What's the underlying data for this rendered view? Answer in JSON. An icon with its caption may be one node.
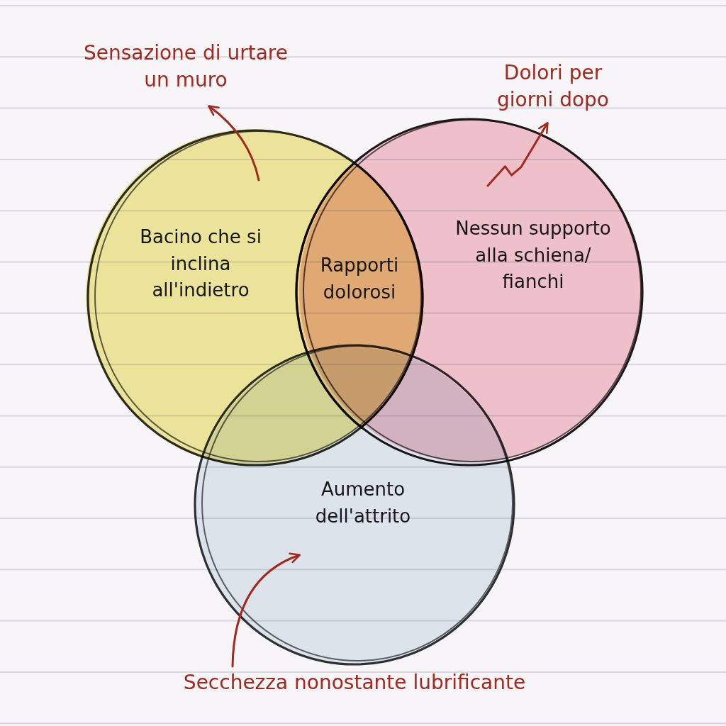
{
  "diagram": {
    "nodes": [
      {
        "text": [
          "Sensazione di urtare un muro"
        ]
      },
      {
        "text": [
          "Dolori per giorni dopo"
        ]
      },
      {
        "text": [
          "Bacino che si inclina all'indietro"
        ]
      },
      {
        "text": [
          "Rapporti dolorosi"
        ]
      },
      {
        "text": [
          "Nessun supporto alla schiena/ fianchi"
        ]
      },
      {
        "text": [
          "Aumento dell'attrito"
        ]
      },
      {
        "text": [
          "Secchezza nonostante lubrificante"
        ]
      }
    ],
    "edges": [
      {
        "from": 2,
        "to": 0,
        "arrow": "to"
      },
      {
        "from": 4,
        "to": 1,
        "arrow": "to"
      },
      {
        "from": 6,
        "to": 5,
        "arrow": "to"
      }
    ]
  }
}
